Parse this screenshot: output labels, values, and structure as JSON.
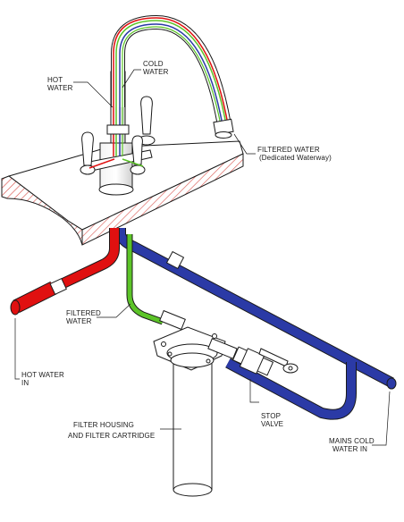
{
  "labels": {
    "hot_water": [
      "HOT",
      "WATER"
    ],
    "cold_water": [
      "COLD",
      "WATER"
    ],
    "filtered_water_tap": [
      "FILTERED WATER",
      "(Dedicated Waterway)"
    ],
    "filtered_water_pipe": [
      "FILTERED",
      "WATER"
    ],
    "hot_water_in": [
      "HOT WATER",
      "IN"
    ],
    "filter_housing": [
      "FILTER HOUSING",
      "AND FILTER CARTRIDGE"
    ],
    "stop_valve": [
      "STOP",
      "VALVE"
    ],
    "mains_cold": [
      "MAINS COLD",
      "WATER IN"
    ]
  },
  "colors": {
    "hot": "#e01010",
    "cold": "#2b3aa6",
    "filtered": "#5cc428",
    "line": "#1a1a1a",
    "hatch": "#d8504a"
  }
}
